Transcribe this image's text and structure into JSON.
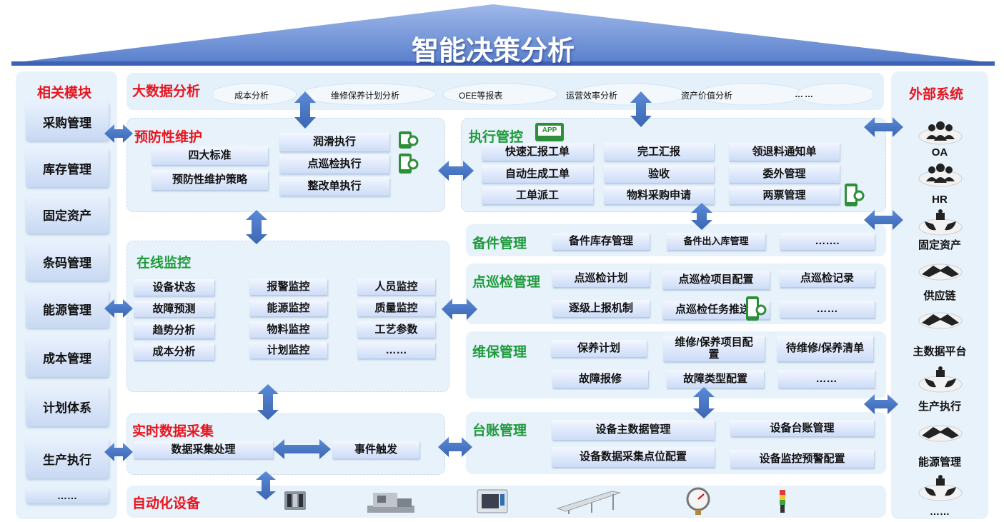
{
  "roof": {
    "title": "智能决策分析"
  },
  "left": {
    "title": "相关模块",
    "items": [
      "采购管理",
      "库存管理",
      "固定资产",
      "条码管理",
      "能源管理",
      "成本管理",
      "计划体系",
      "生产执行",
      "……"
    ]
  },
  "bigdata": {
    "title": "大数据分析",
    "items": [
      "成本分析",
      "维修保养计划分析",
      "OEE等报表",
      "运营效率分析",
      "资产价值分析",
      "……"
    ]
  },
  "preventive": {
    "title": "预防性维护",
    "left_items": [
      "四大标准",
      "预防性维护策略"
    ],
    "right_items": [
      "润滑执行",
      "点巡检执行",
      "整改单执行"
    ]
  },
  "execution": {
    "title": "执行管控",
    "app_label": "APP",
    "items": [
      "快速汇报工单",
      "完工汇报",
      "领退料通知单",
      "自动生成工单",
      "验收",
      "委外管理",
      "工单派工",
      "物料采购申请",
      "两票管理"
    ]
  },
  "online": {
    "title": "在线监控",
    "col1": [
      "设备状态",
      "故障预测",
      "趋势分析",
      "成本分析"
    ],
    "col2": [
      "报警监控",
      "能源监控",
      "物料监控",
      "计划监控"
    ],
    "col3": [
      "人员监控",
      "质量监控",
      "工艺参数",
      "……"
    ]
  },
  "spare": {
    "title": "备件管理",
    "items": [
      "备件库存管理",
      "备件出入库管理",
      "……."
    ]
  },
  "inspection": {
    "title": "点巡检管理",
    "items": [
      "点巡检计划",
      "点巡检项目配置",
      "点巡检记录",
      "逐级上报机制",
      "点巡检任务推送",
      "……"
    ]
  },
  "maintenance": {
    "title": "维保管理",
    "items": [
      "保养计划",
      "维修/保养项目配置",
      "待维修/保养清单",
      "故障报修",
      "故障类型配置",
      "……"
    ]
  },
  "realtime": {
    "title": "实时数据采集",
    "items": [
      "数据采集处理",
      "事件触发"
    ]
  },
  "ledger": {
    "title": "台账管理",
    "items": [
      "设备主数据管理",
      "设备台账管理",
      "设备数据采集点位配置",
      "设备监控预警配置"
    ]
  },
  "automation": {
    "title": "自动化设备"
  },
  "external": {
    "title": "外部系统",
    "items": [
      {
        "label": "OA",
        "icon": "people-group-icon"
      },
      {
        "label": "HR",
        "icon": "people-group-icon"
      },
      {
        "label": "固定资产",
        "icon": "hands-box-icon"
      },
      {
        "label": "供应链",
        "icon": "handshake-icon"
      },
      {
        "label": "主数据平台",
        "icon": "handshake-icon"
      },
      {
        "label": "生产执行",
        "icon": "hands-box-icon"
      },
      {
        "label": "能源管理",
        "icon": "handshake-icon"
      },
      {
        "label": "……",
        "icon": "hands-box-icon"
      }
    ]
  },
  "colors": {
    "red_title": "#e8141e",
    "green_title": "#1f9a3c",
    "arrow_blue": "#4472c4",
    "panel_bg": "#e7f2fb",
    "roof_blue": "#6a8fd6"
  }
}
